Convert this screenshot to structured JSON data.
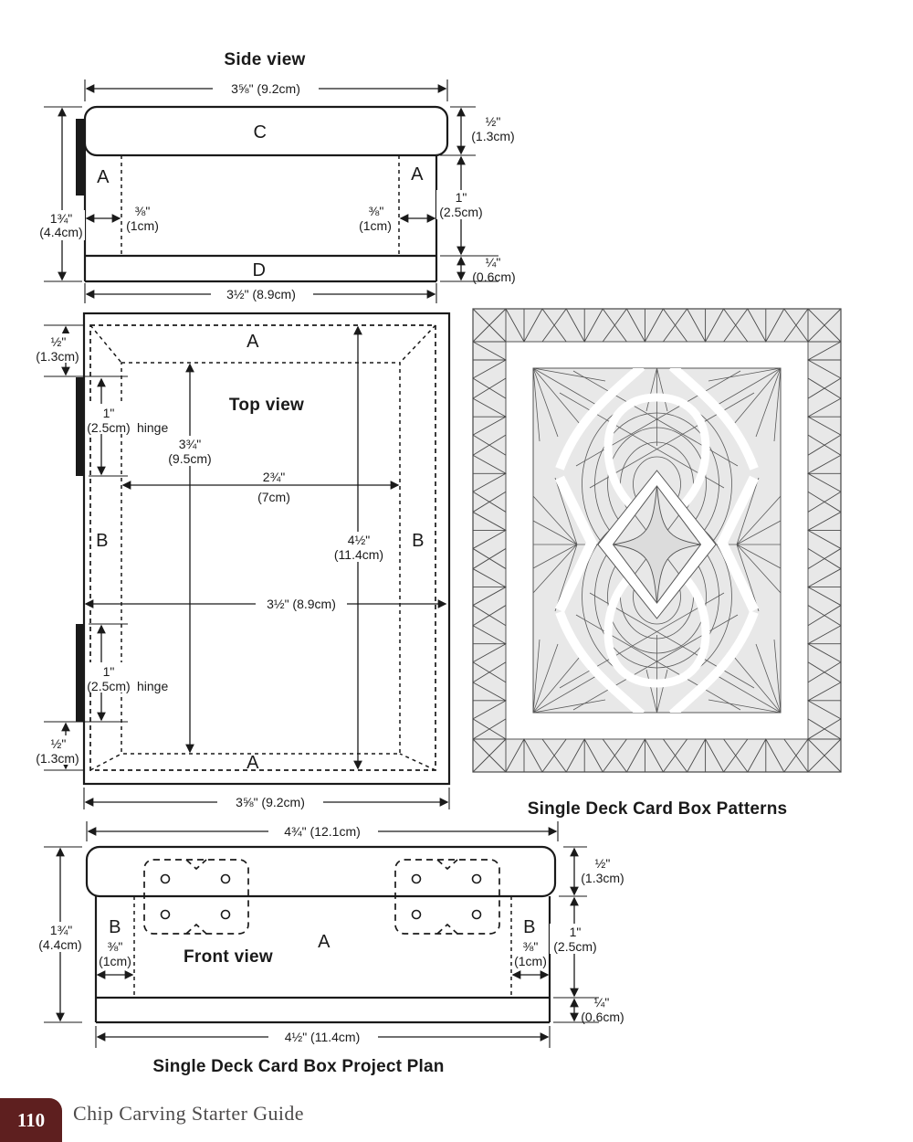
{
  "page": {
    "number": "110",
    "book_title": "Chip Carving Starter Guide",
    "accent_color": "#5e1f1f"
  },
  "side_view": {
    "title": "Side view",
    "part_c": "C",
    "part_a_left": "A",
    "part_a_right": "A",
    "part_d": "D",
    "dim_top": "3⅝\" (9.2cm)",
    "dim_bottom": "3½\" (8.9cm)",
    "dim_height_in": "1¾\"",
    "dim_height_cm": "(4.4cm)",
    "dim_inset_left_in": "⅜\"",
    "dim_inset_left_cm": "(1cm)",
    "dim_inset_right_in": "⅜\"",
    "dim_inset_right_cm": "(1cm)",
    "dim_lid_in": "½\"",
    "dim_lid_cm": "(1.3cm)",
    "dim_body_in": "1\"",
    "dim_body_cm": "(2.5cm)",
    "dim_base_in": "¼\"",
    "dim_base_cm": "(0.6cm)"
  },
  "top_view": {
    "title": "Top view",
    "part_a_top": "A",
    "part_a_bottom": "A",
    "part_b_left": "B",
    "part_b_right": "B",
    "dim_flange_top_in": "½\"",
    "dim_flange_top_cm": "(1.3cm)",
    "dim_flange_bottom_in": "½\"",
    "dim_flange_bottom_cm": "(1.3cm)",
    "hinge_top_in": "1\"",
    "hinge_top_cm": "(2.5cm)",
    "hinge_top_label": "hinge",
    "hinge_bottom_in": "1\"",
    "hinge_bottom_cm": "(2.5cm)",
    "hinge_bottom_label": "hinge",
    "dim_inner_h_in": "3¾\"",
    "dim_inner_h_cm": "(9.5cm)",
    "dim_inner_w_in": "2¾\"",
    "dim_inner_w_cm": "(7cm)",
    "dim_outer_h_in": "4½\"",
    "dim_outer_h_cm": "(11.4cm)",
    "dim_mid_w": "3½\" (8.9cm)",
    "dim_bottom": "3⅝\" (9.2cm)"
  },
  "pattern": {
    "caption": "Single Deck Card Box Patterns",
    "fill_color": "#e8e8e8"
  },
  "front_view": {
    "title": "Front view",
    "caption": "Single Deck Card Box Project Plan",
    "part_a": "A",
    "part_b_left": "B",
    "part_b_right": "B",
    "dim_top": "4¾\" (12.1cm)",
    "dim_bottom": "4½\" (11.4cm)",
    "dim_height_in": "1¾\"",
    "dim_height_cm": "(4.4cm)",
    "dim_lid_in": "½\"",
    "dim_lid_cm": "(1.3cm)",
    "dim_body_in": "1\"",
    "dim_body_cm": "(2.5cm)",
    "dim_base_in": "¼\"",
    "dim_base_cm": "(0.6cm)",
    "dim_inset_left_in": "⅜\"",
    "dim_inset_left_cm": "(1cm)",
    "dim_inset_right_in": "⅜\"",
    "dim_inset_right_cm": "(1cm)"
  }
}
